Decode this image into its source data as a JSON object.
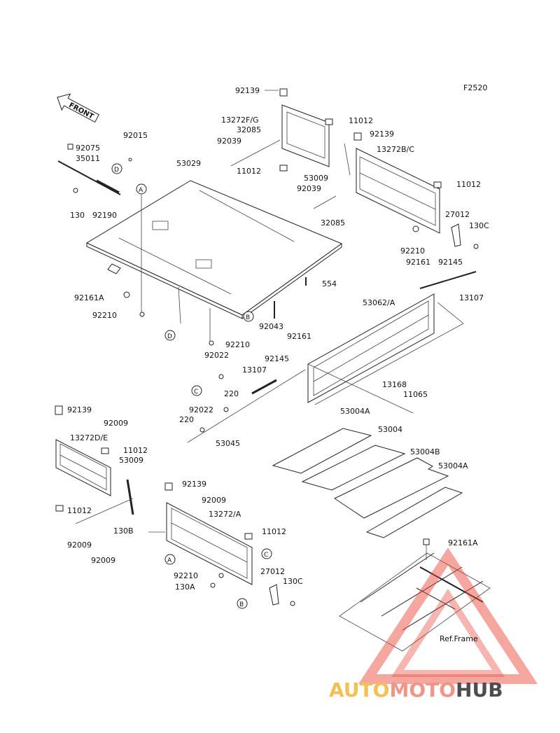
{
  "figure_code": "F2520",
  "front_label": "FRONT",
  "ref_frame_label": "Ref.Frame",
  "callouts": [
    "A",
    "B",
    "C",
    "D"
  ],
  "labels": {
    "l_92139_a": "92139",
    "l_13272fg": "13272F/G",
    "l_32085_a": "32085",
    "l_92039_a": "92039",
    "l_11012_a": "11012",
    "l_11012_b": "11012",
    "l_92139_b": "92139",
    "l_13272bc": "13272B/C",
    "l_53009_a": "53009",
    "l_92039_b": "92039",
    "l_11012_c": "11012",
    "l_32085_b": "32085",
    "l_27012_a": "27012",
    "l_130c_a": "130C",
    "l_92015": "92015",
    "l_92075": "92075",
    "l_35011": "35011",
    "l_53029": "53029",
    "l_130": "130",
    "l_92190": "92190",
    "l_92210_a": "92210",
    "l_92161_a": "92161",
    "l_92145_a": "92145",
    "l_554": "554",
    "l_13107_a": "13107",
    "l_92161a_a": "92161A",
    "l_92210_b": "92210",
    "l_53062a": "53062/A",
    "l_92043": "92043",
    "l_92161_b": "92161",
    "l_92210_c": "92210",
    "l_92022_a": "92022",
    "l_92145_b": "92145",
    "l_13107_b": "13107",
    "l_220_a": "220",
    "l_13168": "13168",
    "l_11065": "11065",
    "l_53004a_a": "53004A",
    "l_92022_b": "92022",
    "l_220_b": "220",
    "l_53045": "53045",
    "l_92139_c": "92139",
    "l_92009_a": "92009",
    "l_13272de": "13272D/E",
    "l_11012_d": "11012",
    "l_53009_b": "53009",
    "l_53004_a": "53004",
    "l_53004b": "53004B",
    "l_53004a_b": "53004A",
    "l_92139_d": "92139",
    "l_92009_b": "92009",
    "l_11012_e": "11012",
    "l_13272a": "13272/A",
    "l_11012_f": "11012",
    "l_92009_c": "92009",
    "l_130b": "130B",
    "l_92009_d": "92009",
    "l_27012_b": "27012",
    "l_92210_d": "92210",
    "l_130a": "130A",
    "l_130c_b": "130C",
    "l_92161a_b": "92161A"
  },
  "watermark": {
    "part1": "AUTO",
    "part2": "MOTO",
    "part3": "HUB",
    "color1": "#f4b942",
    "color2": "#f08a7a",
    "color3": "#3a3a3a",
    "triangle_color": "#e84a3c"
  }
}
